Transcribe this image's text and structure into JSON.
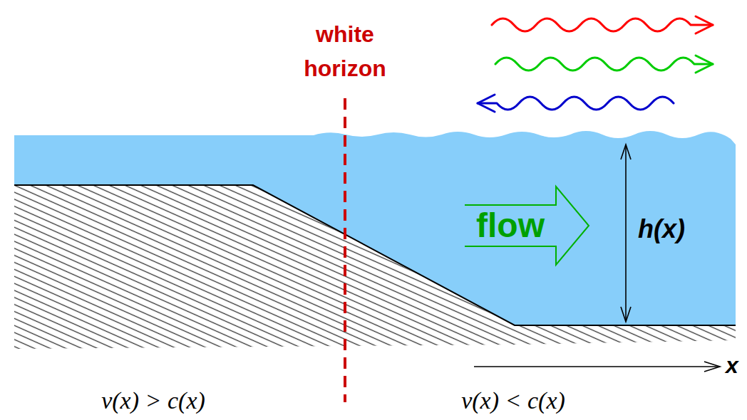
{
  "diagram": {
    "nodes": [
      {
        "text": [
          "flow"
        ]
      }
    ],
    "labels": [
      "white horizon",
      "h(x)",
      "x",
      "v(x) > c(x)",
      "v(x) < c(x)"
    ]
  }
}
